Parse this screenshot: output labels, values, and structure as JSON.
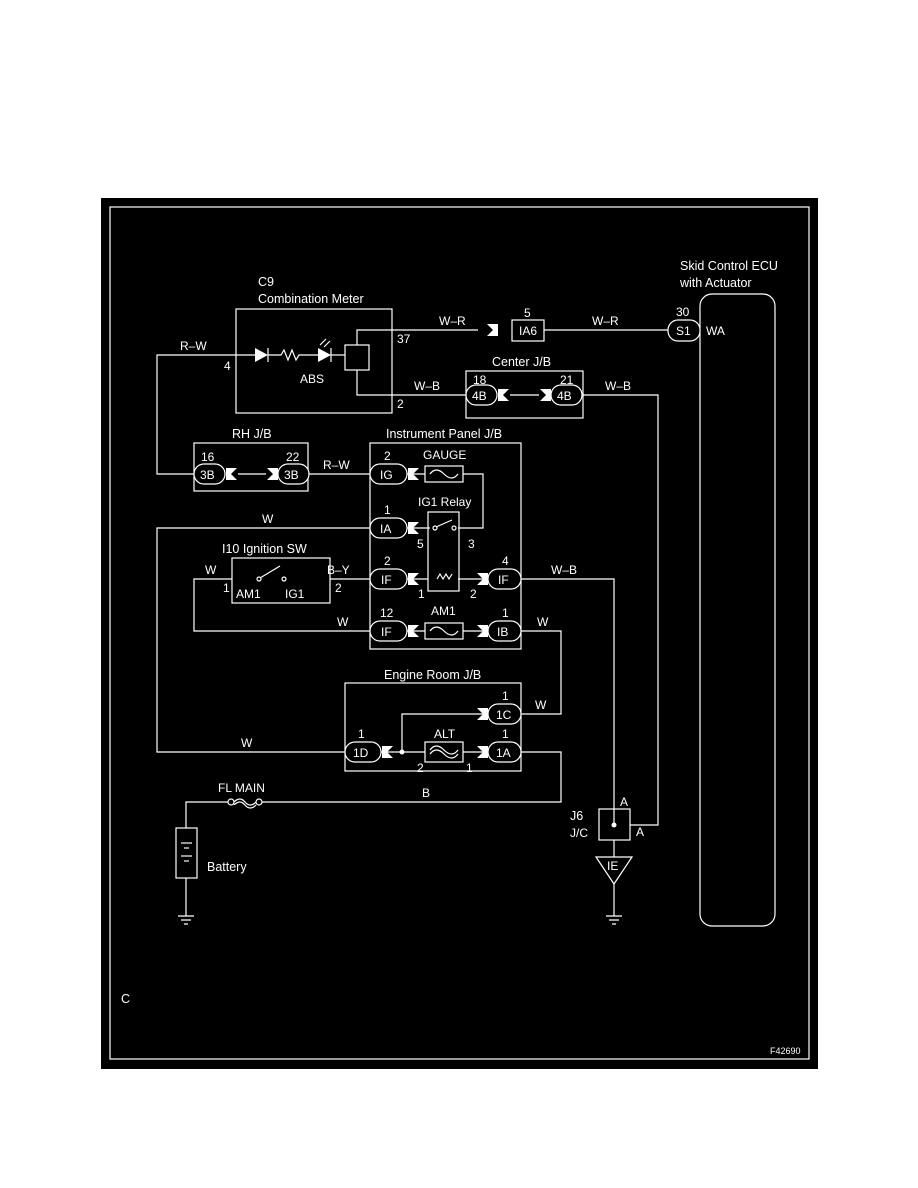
{
  "meter": {
    "code": "C9",
    "name": "Combination Meter",
    "lamp": "ABS",
    "pin4": "4",
    "pin37": "37",
    "pin2": "2"
  },
  "ecu": {
    "line1": "Skid Control ECU",
    "line2": "with Actuator",
    "pin": "30",
    "conn": "S1",
    "terminal": "WA"
  },
  "ia6": {
    "pin": "5",
    "conn": "IA6"
  },
  "center_jb": {
    "name": "Center J/B",
    "pin_left": "18",
    "pin_right": "21",
    "conn": "4B"
  },
  "rh_jb": {
    "name": "RH J/B",
    "pin_left": "16",
    "pin_right": "22",
    "conn": "3B"
  },
  "ip_jb": {
    "name": "Instrument Panel J/B",
    "ig_pin": "2",
    "ig_conn": "IG",
    "gauge": "GAUGE",
    "ia_pin": "1",
    "ia_conn": "IA",
    "relay": "IG1 Relay",
    "relay_p5": "5",
    "relay_p3": "3",
    "relay_p1": "1",
    "relay_p2": "2",
    "if_left_pin": "2",
    "if_right_pin": "4",
    "if_conn": "IF",
    "if_bottom_pin": "12",
    "ib_pin": "1",
    "ib_conn": "IB",
    "am1": "AM1"
  },
  "ignition": {
    "name": "I10 Ignition SW",
    "am1": "AM1",
    "ig1": "IG1",
    "pin1": "1",
    "pin2": "2"
  },
  "engine_jb": {
    "name": "Engine Room J/B",
    "c1_pin": "1",
    "c1_conn": "1C",
    "d_pin": "1",
    "d_conn": "1D",
    "alt": "ALT",
    "alt_pin_l": "2",
    "alt_pin_r": "1",
    "a_pin": "1",
    "a_conn": "1A"
  },
  "fl_main": "FL MAIN",
  "battery": "Battery",
  "j6": {
    "code": "J6",
    "name": "J/C",
    "pin_top": "A",
    "pin_right": "A"
  },
  "ground": "IE",
  "wires": {
    "wr_left": "W–R",
    "wr_right": "W–R",
    "rw_top": "R–W",
    "rw_mid": "R–W",
    "wb_meter": "W–B",
    "wb_center": "W–B",
    "wb_if": "W–B",
    "w_ia": "W",
    "w_ign": "W",
    "w_if12": "W",
    "w_ib": "W",
    "w_1c": "W",
    "w_1d": "W",
    "by": "B–Y",
    "b": "B"
  },
  "corner_c": "C",
  "figure_code": "F42690",
  "colors": {
    "background": "#000000",
    "line": "#ffffff",
    "page": "#ffffff"
  }
}
